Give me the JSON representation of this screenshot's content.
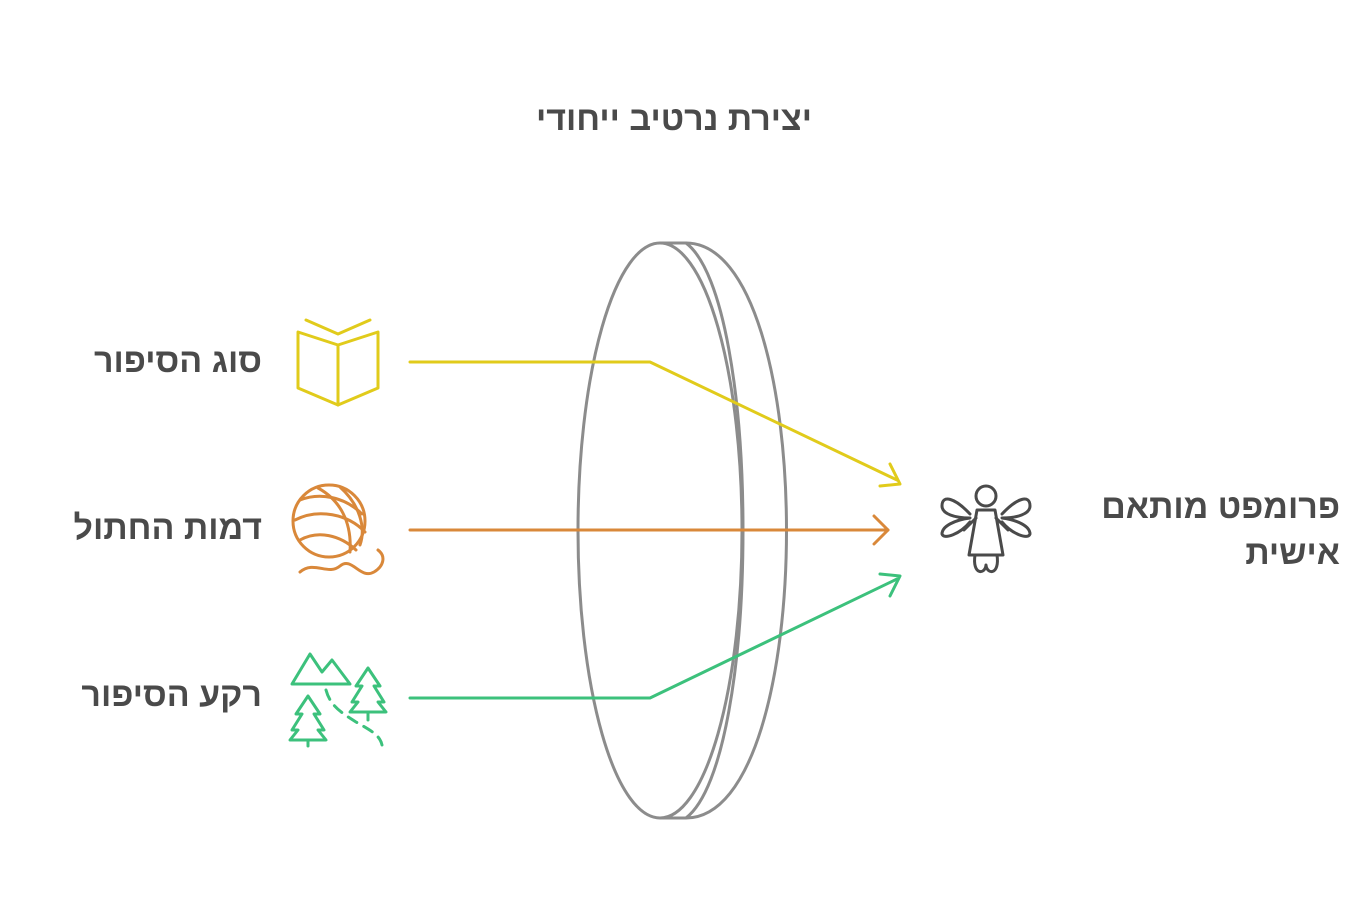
{
  "title": "יצירת נרטיב ייחודי",
  "inputs": [
    {
      "label": "סוג הסיפור",
      "icon": "open-book-icon",
      "color": "#E1CB1B"
    },
    {
      "label": "דמות החתול",
      "icon": "yarn-ball-icon",
      "color": "#D9883A"
    },
    {
      "label": "רקע הסיפור",
      "icon": "forest-landscape-icon",
      "color": "#3CC17C"
    }
  ],
  "lens": {
    "icon": "lens",
    "color": "#8C8C8C"
  },
  "output": {
    "label": "פרומפט מותאם אישית",
    "icon": "fairy-icon",
    "color": "#4A4A4A"
  }
}
